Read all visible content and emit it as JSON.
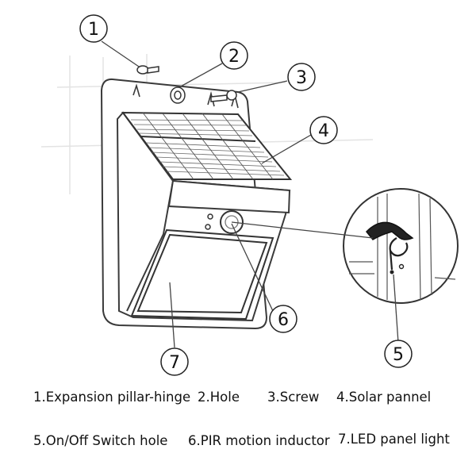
{
  "diagram": {
    "callouts": [
      {
        "number": "1",
        "part": "Expansion pillar-hinge"
      },
      {
        "number": "2",
        "part": "Hole"
      },
      {
        "number": "3",
        "part": "Screw"
      },
      {
        "number": "4",
        "part": "Solar pannel"
      },
      {
        "number": "5",
        "part": "On/Off Switch hole"
      },
      {
        "number": "6",
        "part": "PIR motion inductor"
      },
      {
        "number": "7",
        "part": "LED panel light"
      }
    ],
    "legend": [
      "1.Expansion pillar-hinge",
      "2.Hole",
      "3.Screw",
      "4.Solar pannel",
      "5.On/Off Switch hole",
      "6.PIR motion inductor",
      "7.LED panel light"
    ]
  }
}
